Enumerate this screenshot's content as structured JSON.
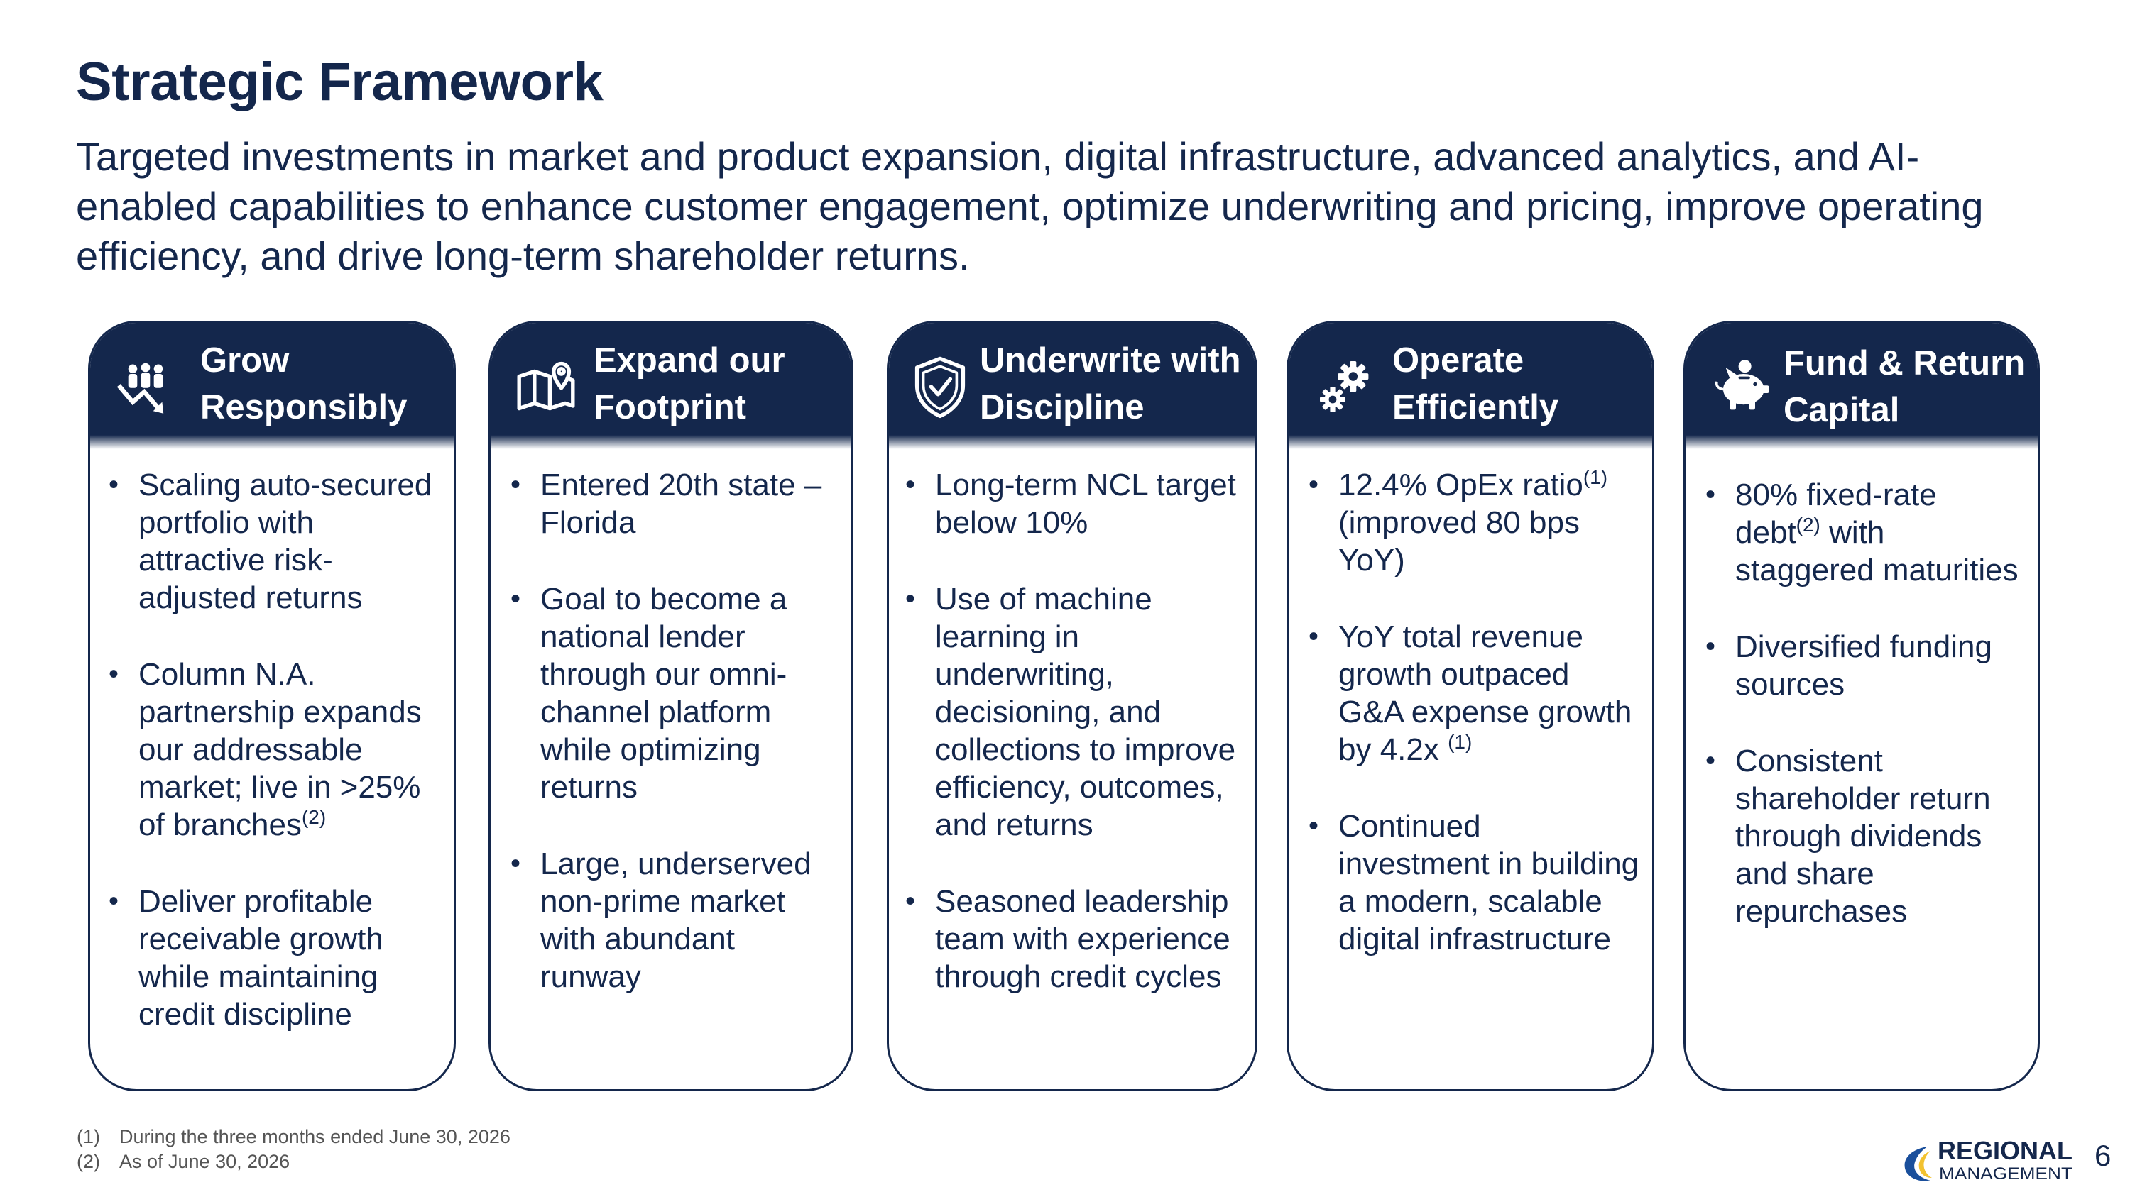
{
  "title": "Strategic Framework",
  "subtitle": "Targeted investments in market and product expansion, digital infrastructure, advanced analytics, and AI-enabled capabilities to enhance customer engagement, optimize underwriting and pricing, improve operating efficiency, and drive long-term shareholder returns.",
  "colors": {
    "navy": "#14274c",
    "text": "#14274c",
    "footnote": "#555555"
  },
  "cards": [
    {
      "icon": "growth-people-icon",
      "title_line1": "Grow",
      "title_line2": "Responsibly",
      "bullets": [
        {
          "text": "Scaling auto-secured portfolio with attractive risk-adjusted returns",
          "sup": ""
        },
        {
          "text": "Column N.A. partnership expands our addressable market; live in >25% of branches",
          "sup": "(2)"
        },
        {
          "text": "Deliver profitable receivable growth while maintaining credit discipline",
          "sup": ""
        }
      ]
    },
    {
      "icon": "map-pin-icon",
      "title_line1": "Expand our",
      "title_line2": "Footprint",
      "bullets": [
        {
          "text": "Entered 20th state – Florida",
          "sup": ""
        },
        {
          "text": "Goal to become a national lender through our omni-channel platform while optimizing returns",
          "sup": ""
        },
        {
          "text": "Large, underserved non-prime market with abundant runway",
          "sup": ""
        }
      ]
    },
    {
      "icon": "shield-check-icon",
      "title_line1": "Underwrite with",
      "title_line2": "Discipline",
      "bullets": [
        {
          "text": "Long-term NCL target below 10%",
          "sup": ""
        },
        {
          "text": "Use of machine learning in underwriting, decisioning, and collections to improve efficiency, outcomes, and returns",
          "sup": ""
        },
        {
          "text": "Seasoned leadership team with experience through credit cycles",
          "sup": ""
        }
      ]
    },
    {
      "icon": "gears-icon",
      "title_line1": "Operate",
      "title_line2": "Efficiently",
      "bullets": [
        {
          "text": "12.4% OpEx ratio",
          "sup": "(1)",
          "after": " (improved 80 bps YoY)"
        },
        {
          "text": "YoY total revenue growth outpaced G&A expense growth by 4.2x ",
          "sup": "(1)"
        },
        {
          "text": "Continued investment in building a modern, scalable digital infrastructure",
          "sup": ""
        }
      ]
    },
    {
      "icon": "piggy-bank-icon",
      "title_line1": "Fund & Return",
      "title_line2": "Capital",
      "bullets": [
        {
          "text": "80% fixed-rate debt",
          "sup": "(2)",
          "after": " with staggered maturities"
        },
        {
          "text": "Diversified funding sources",
          "sup": ""
        },
        {
          "text": "Consistent shareholder return through dividends and share repurchases",
          "sup": ""
        }
      ]
    }
  ],
  "footnotes": [
    {
      "num": "(1)",
      "text": "During the three months ended June 30, 2026"
    },
    {
      "num": "(2)",
      "text": "As of June 30, 2026"
    }
  ],
  "logo": {
    "line1": "REGIONAL",
    "line2": "MANAGEMENT",
    "icon": "regional-management-logo"
  },
  "page_number": "6"
}
